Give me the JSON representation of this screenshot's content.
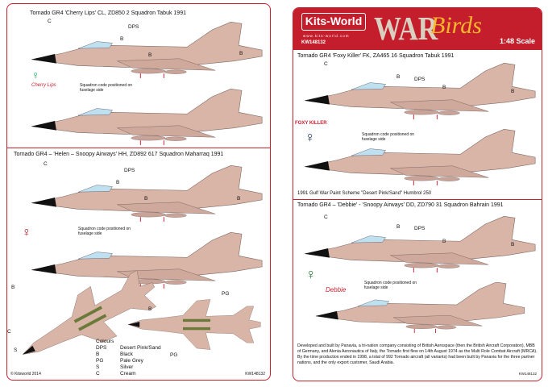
{
  "left": {
    "sec1": {
      "caption": "Tornado GR4 'Cherry Lips' CL, ZD850 2 Squadron Tabuk 1991",
      "code": "CL",
      "note": "Squadron code positioned on fuselage side",
      "nose_art": "Cherry Lips",
      "callouts": {
        "c": "C",
        "dps": "DPS",
        "b1": "B",
        "b2": "B",
        "b3": "B"
      }
    },
    "sec2": {
      "caption": "Tornado GR4 – 'Helen – Snoopy Airways' HH, ZD892 617 Squadron Maharraq 1991",
      "code": "H",
      "note": "Squadron code positioned on fuselage side",
      "callouts": {
        "c": "C",
        "dps": "DPS",
        "b1": "B",
        "b2": "B",
        "b3": "B"
      }
    },
    "plan": {
      "b1": "B",
      "b2": "B",
      "c": "C",
      "s": "S",
      "pg1": "PG",
      "pg2": "PG"
    },
    "colours": {
      "title": "Colours",
      "items": [
        {
          "code": "DPS",
          "name": "Desert Pink/Sand"
        },
        {
          "code": "B",
          "name": "Black"
        },
        {
          "code": "PG",
          "name": "Pale Grey"
        },
        {
          "code": "S",
          "name": "Silver"
        },
        {
          "code": "C",
          "name": "Cream"
        }
      ]
    },
    "copyright": "© Kitsworld 2014",
    "sheet_code": "KW148132"
  },
  "right": {
    "brand": "Kits-World",
    "url": "www.kits-world.com",
    "sheet_code": "KW148132",
    "title_war": "WAR",
    "title_birds": "Birds",
    "scale": "1:48 Scale",
    "sec1": {
      "caption": "Tornado GR4 'Foxy Killer' FK, ZA465 16 Squadron Tabuk 1991",
      "code": "FK",
      "nose_art": "FOXY KILLER",
      "note": "Squadron code positioned on fuselage side",
      "callouts": {
        "c": "C",
        "dps": "DPS",
        "b1": "B",
        "b2": "B",
        "b3": "B"
      }
    },
    "scheme": "1991 Gulf War Paint Scheme \"Desert Pink/Sand\" Humbrol 250",
    "sec2": {
      "caption": "Tornado GR4 – 'Debbie' - 'Snoopy Airways' DD, ZD790 31 Squadron Bahrain 1991",
      "code": "D",
      "nose_art": "Debbie",
      "note": "Squadron code positioned on fuselage side",
      "callouts": {
        "c": "C",
        "dps": "DPS",
        "b1": "B",
        "b2": "B",
        "b3": "B"
      }
    },
    "history": "Developed and built by Panavia, a tri-nation  company consisting of British Aerospace (then the British Aircraft Corporation), MBB of Germany, and Alenia Aeronautica of Italy, the Tornado first flew on 14th August 1974 as  the Multi Role Combat Aircraft (MRCA). By the time production ended in 1998, a  total of 992 Tornado aircraft (all variants) had been built by Panavia for the three partner nations, and the only export customer, Saudi Arabia.",
    "footer_code": "KW148132"
  },
  "colors": {
    "accent": "#c41e2c",
    "pink": "#d9b5a8"
  }
}
